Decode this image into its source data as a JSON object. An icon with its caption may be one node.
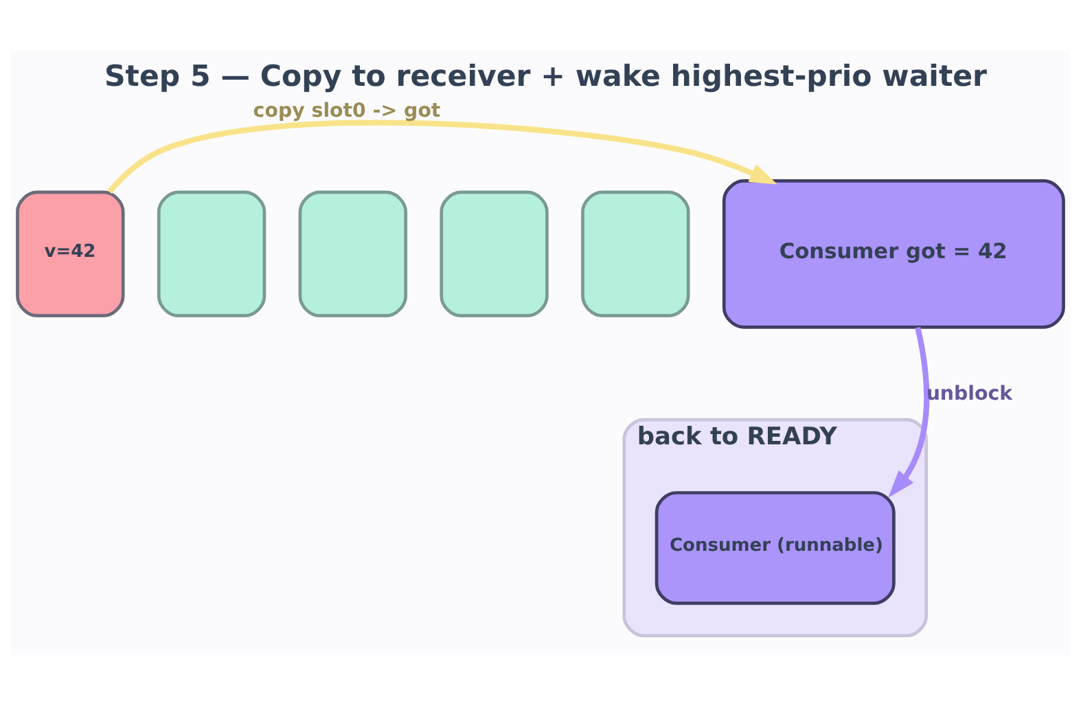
{
  "diagram": {
    "title": "Step 5 — Copy to receiver + wake highest-prio waiter",
    "nodes": [
      {
        "text": [
          "v=42"
        ]
      },
      {
        "text": [],
        "shape": "box"
      },
      {
        "text": [],
        "shape": "box"
      },
      {
        "text": [],
        "shape": "box"
      },
      {
        "text": [],
        "shape": "box"
      },
      {
        "text": [
          "Consumer got = 42"
        ]
      },
      {
        "text": [
          "back to READY"
        ]
      },
      {
        "text": [
          "Consumer (runnable)"
        ],
        "in": 6
      }
    ],
    "edges": [
      {
        "from": 0,
        "to": 5,
        "arrow": "to",
        "label": "copy slot0 -> got",
        "color": "#f9e38a"
      },
      {
        "from": 5,
        "to": 7,
        "arrow": "to",
        "label": "unblock",
        "color": "#a78bfa"
      }
    ]
  }
}
